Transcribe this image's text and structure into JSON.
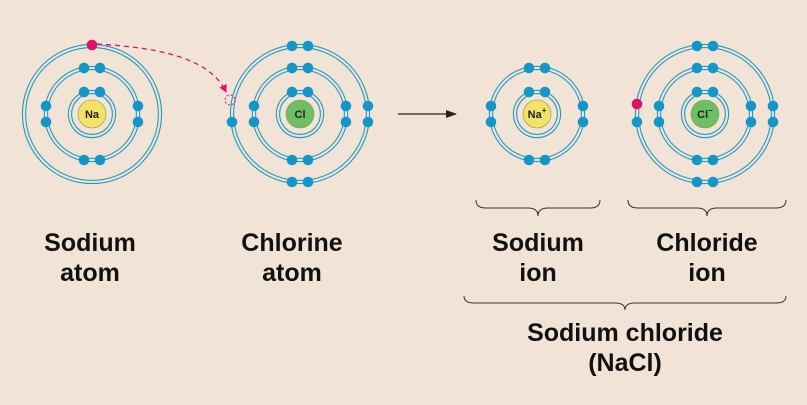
{
  "colors": {
    "background": "#f1e4d6",
    "shell": "#1f9bc4",
    "electron": "#1596c8",
    "transferred_electron": "#e0106b",
    "sodium_nucleus": "#f2e266",
    "chlorine_nucleus": "#6cc063"
  },
  "atoms": [
    {
      "symbol": "Na",
      "charge": "",
      "shells": [
        2,
        8,
        1
      ],
      "caption": [
        "Sodium",
        "atom"
      ]
    },
    {
      "symbol": "Cl",
      "charge": "",
      "shells": [
        2,
        8,
        7
      ],
      "caption": [
        "Chlorine",
        "atom"
      ]
    },
    {
      "symbol": "Na",
      "charge": "+",
      "shells": [
        2,
        8
      ],
      "caption": [
        "Sodium",
        "ion"
      ]
    },
    {
      "symbol": "Cl",
      "charge": "−",
      "shells": [
        2,
        8,
        8
      ],
      "caption": [
        "Chloride",
        "ion"
      ]
    }
  ],
  "compound": {
    "name": "Sodium chloride",
    "formula": "(NaCl)"
  }
}
